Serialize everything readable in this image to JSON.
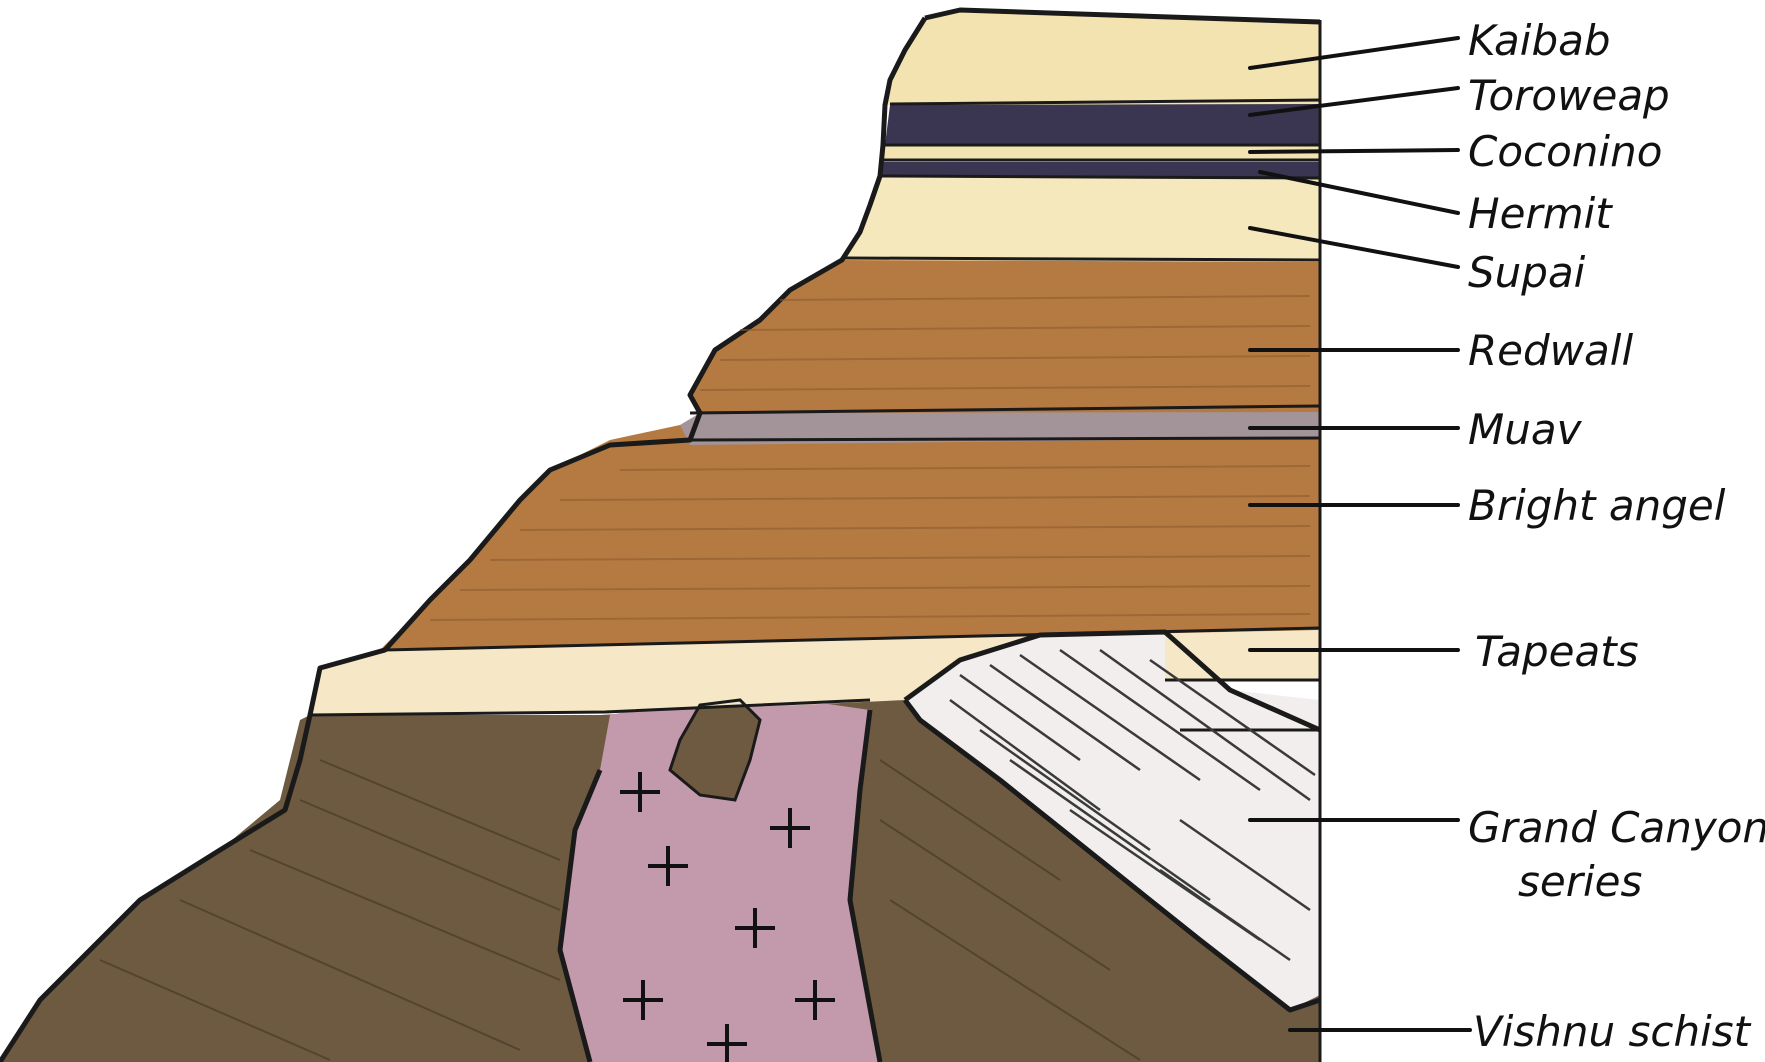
{
  "layers": [
    {
      "id": "kaibab",
      "label": "Kaibab",
      "color": "#f3e3b0"
    },
    {
      "id": "toroweap",
      "label": "Toroweap",
      "color": "#3a3550"
    },
    {
      "id": "coconino",
      "label": "Coconino",
      "color": "#f3e3b0"
    },
    {
      "id": "hermit",
      "label": "Hermit",
      "color": "#3a3550"
    },
    {
      "id": "supai",
      "label": "Supai",
      "color": "#f6e8bd"
    },
    {
      "id": "redwall",
      "label": "Redwall",
      "color": "#b57a42"
    },
    {
      "id": "muav",
      "label": "Muav",
      "color": "#a3949a"
    },
    {
      "id": "bright-angel",
      "label": "Bright angel",
      "color": "#b57a42"
    },
    {
      "id": "tapeats",
      "label": "Tapeats",
      "color": "#f6e8c6"
    },
    {
      "id": "grand-canyon-series",
      "label_line1": "Grand Canyon",
      "label_line2": "series",
      "color": "#f2eeee"
    },
    {
      "id": "vishnu-schist",
      "label": "Vishnu schist",
      "color": "#6e5a40"
    }
  ],
  "intrusion_color": "#c39aab"
}
